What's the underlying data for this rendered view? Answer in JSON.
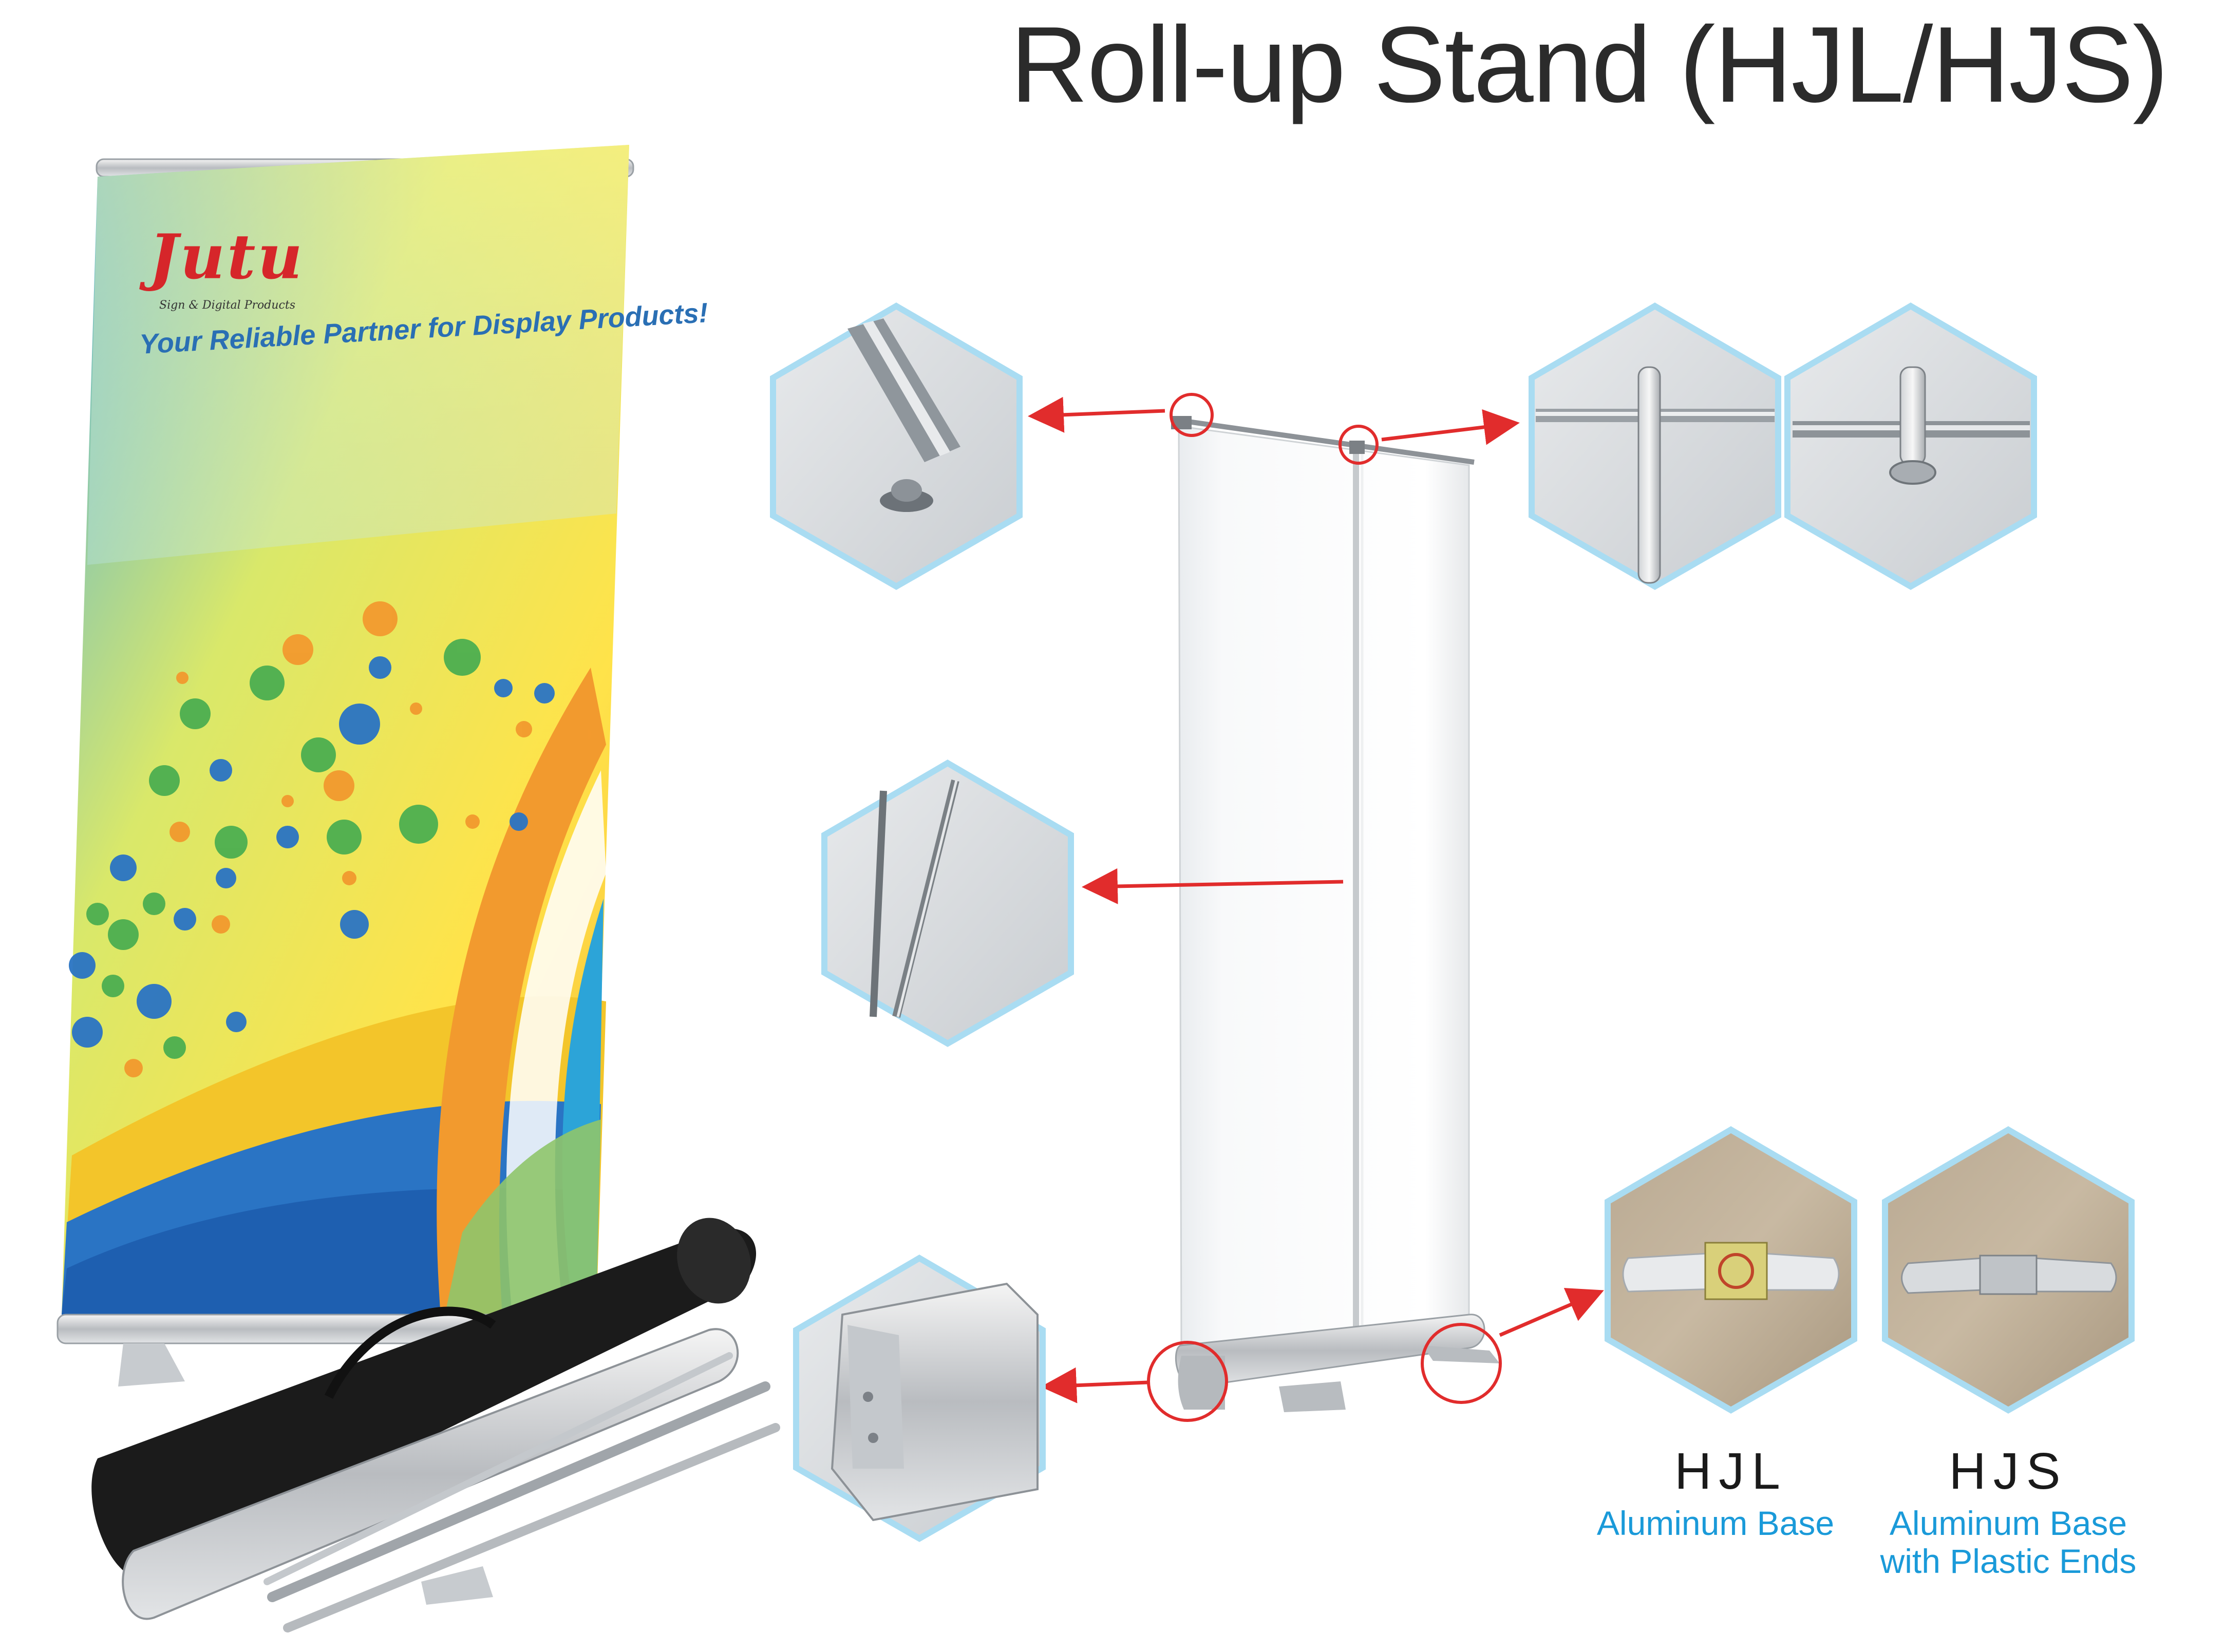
{
  "title": "Roll-up Stand (HJL/HJS)",
  "banner": {
    "brand": "Jutu",
    "brand_subtitle": "Sign & Digital Products",
    "tagline": "Your Reliable Partner for Display Products!"
  },
  "models": [
    {
      "code": "HJL",
      "description": [
        "Aluminum Base"
      ]
    },
    {
      "code": "HJS",
      "description": [
        "Aluminum Base",
        "with Plastic Ends"
      ]
    }
  ],
  "colors": {
    "accent_red": "#e12c2c",
    "hex_border": "#a9dcf2",
    "desc_blue": "#1a9ad9",
    "title_text": "#2b2b2b"
  },
  "icons": [
    "top-rail-clip-detail",
    "pole-hook-detail-1",
    "pole-hook-detail-2",
    "pole-sections-detail",
    "base-end-detail",
    "hjl-foot-photo",
    "hjs-foot-photo"
  ]
}
